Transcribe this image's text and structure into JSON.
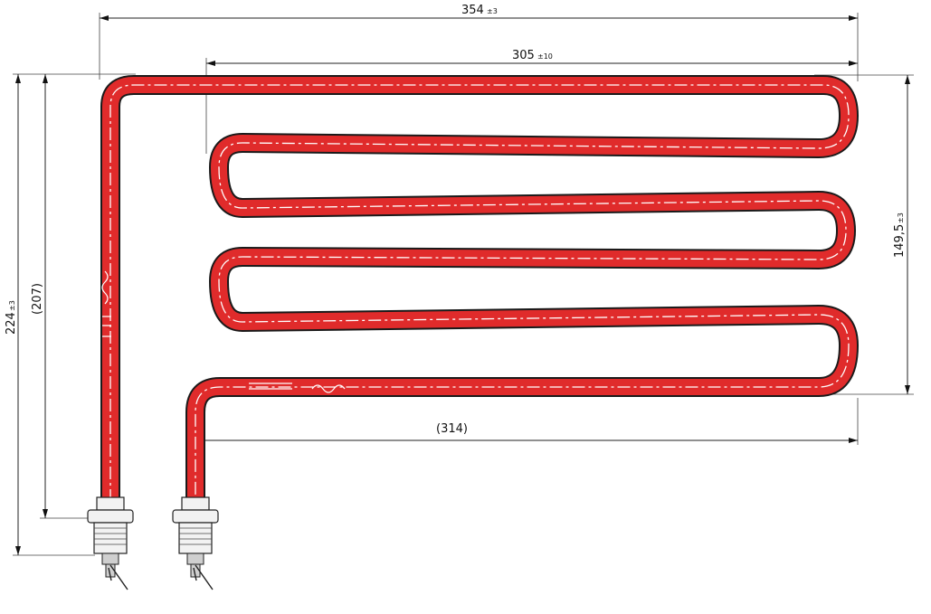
{
  "dimensions": {
    "overall_width": {
      "value": "354",
      "tolerance": "±3"
    },
    "loop_width": {
      "value": "305",
      "tolerance": "±10"
    },
    "lower_width": {
      "value": "(314)"
    },
    "overall_height": {
      "value": "224",
      "tolerance": "±3"
    },
    "inner_height": {
      "value": "(207)"
    },
    "loop_height": {
      "value": "149,5",
      "tolerance": "±3"
    }
  },
  "colors": {
    "tube": "#e02b2b",
    "outline": "#1a1a1a",
    "background": "#ffffff"
  }
}
